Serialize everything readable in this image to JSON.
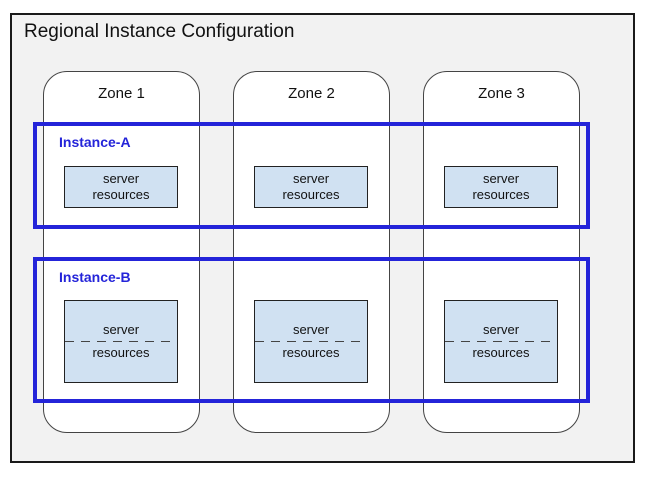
{
  "title": "Regional Instance Configuration",
  "zones": [
    {
      "label": "Zone 1"
    },
    {
      "label": "Zone 2"
    },
    {
      "label": "Zone 3"
    }
  ],
  "instances": [
    {
      "label": "Instance-A",
      "resource_line1": "server",
      "resource_line2": "resources",
      "resource_style": "solid"
    },
    {
      "label": "Instance-B",
      "resource_line1": "server",
      "resource_line2": "resources",
      "resource_style": "divided-dashed"
    }
  ],
  "colors": {
    "region_fill": "#f2f2f2",
    "region_border": "#1a1a1a",
    "zone_fill": "#ffffff",
    "zone_border": "#444444",
    "instance_accent": "#2424d9",
    "resource_fill": "#d0e1f2",
    "resource_border": "#222222"
  }
}
